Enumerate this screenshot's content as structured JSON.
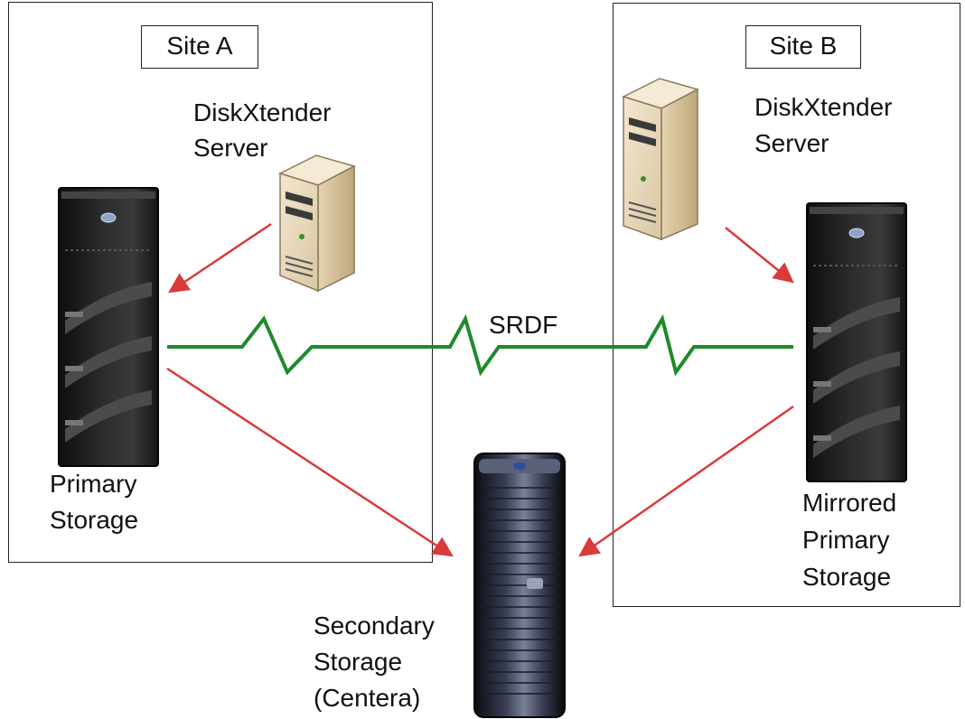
{
  "site_a": {
    "label": "Site A",
    "server_line1": "DiskXtender",
    "server_line2": "Server",
    "storage_line1": "Primary",
    "storage_line2": "Storage"
  },
  "site_b": {
    "label": "Site B",
    "server_line1": "DiskXtender",
    "server_line2": "Server",
    "storage_line1": "Mirrored",
    "storage_line2": "Primary",
    "storage_line3": "Storage"
  },
  "link": {
    "label": "SRDF",
    "color": "#1f8a2a"
  },
  "secondary": {
    "line1": "Secondary",
    "line2": "Storage",
    "line3": "(Centera)"
  },
  "arrow_color": "#d93a3a",
  "icons": {
    "server": "tower-server-icon",
    "primary_storage": "storage-array-icon",
    "centera": "centera-storage-icon"
  }
}
